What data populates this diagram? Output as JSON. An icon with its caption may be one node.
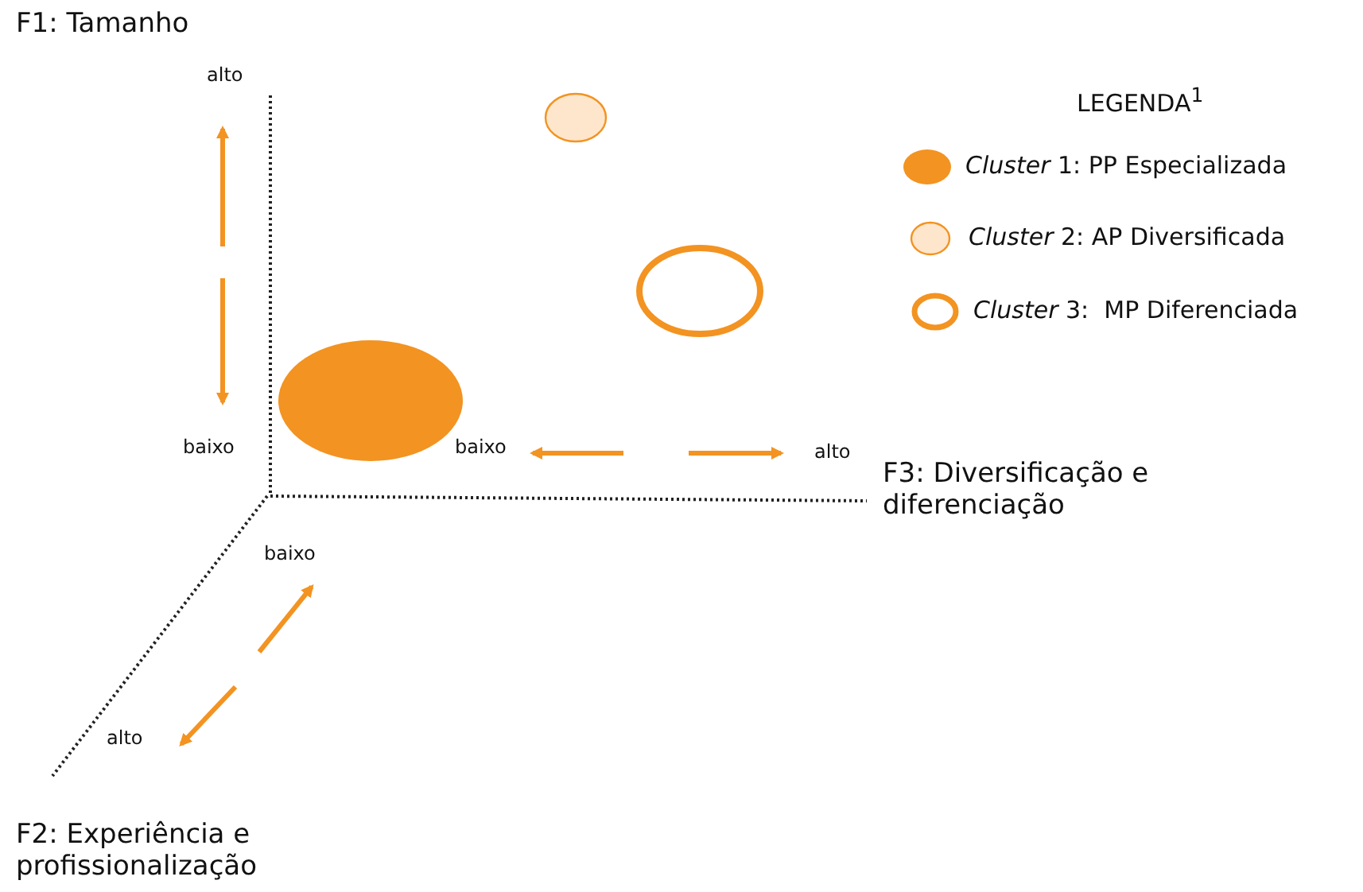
{
  "diagram": {
    "nodes": [
      {
        "text": [],
        "shape": "circle"
      },
      {
        "text": [],
        "shape": "circle"
      },
      {
        "text": [],
        "shape": "circle"
      }
    ],
    "labels": [
      "F1: Tamanho",
      "alto",
      "LEGENDA$^{1}$",
      "baixo",
      "baixo",
      "alto",
      "F3: Diversificação e diferenciação",
      "baixo",
      "alto",
      "F2: Experiência e profissionalização"
    ],
    "legend": [
      {
        "text": "*Cluster* 1: PP Especializada",
        "color": "#f39321"
      },
      {
        "text": "*Cluster* 2: AP Diversificada"
      },
      {
        "text": "*Cluster* 3:  MP Diferenciada"
      }
    ]
  }
}
